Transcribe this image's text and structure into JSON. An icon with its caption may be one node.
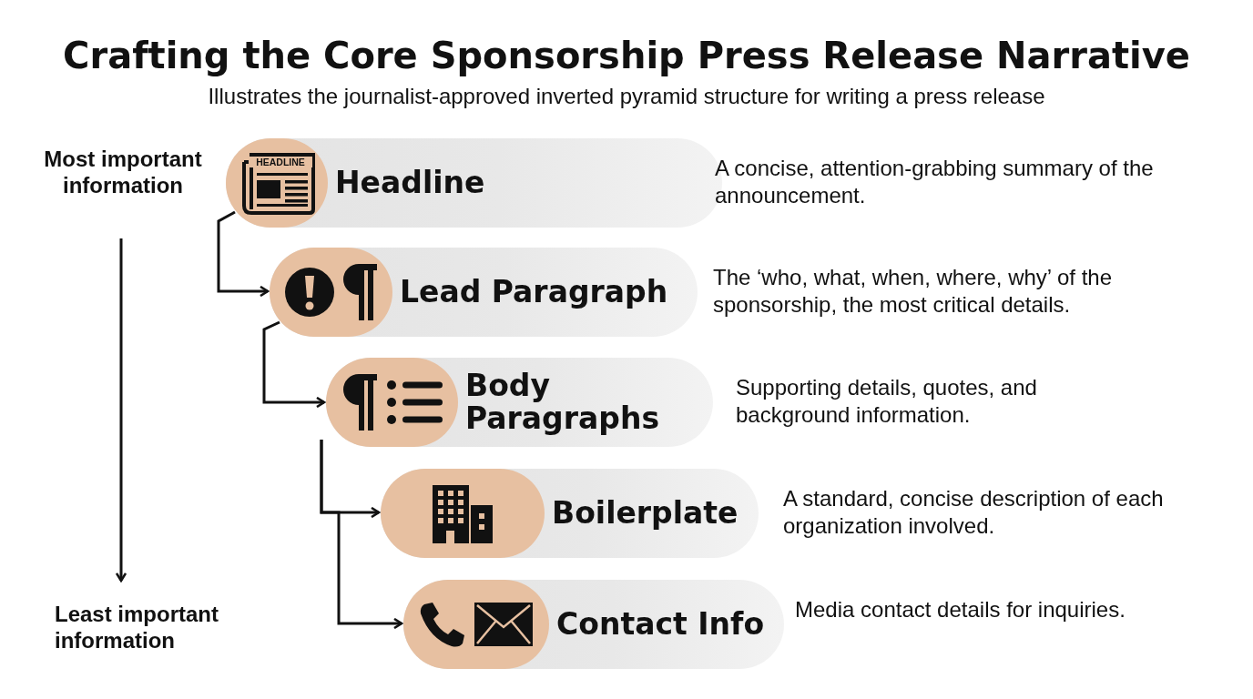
{
  "diagram": {
    "title": "Crafting the Core Sponsorship Press Release Narrative",
    "caption": "Illustrates the journalist-approved inverted pyramid structure for writing a press release",
    "nodes": [
      {
        "text": [
          "Headline"
        ],
        "beside": [
          "A concise, attention-grabbing summary of the announcement."
        ]
      },
      {
        "text": [
          "Lead Paragraph"
        ],
        "beside": [
          "The ‘who, what, when, where, why’ of the sponsorship, the most critical details."
        ]
      },
      {
        "text": [
          "Body Paragraphs"
        ],
        "beside": [
          "Supporting details, quotes, and background information."
        ]
      },
      {
        "text": [
          "Boilerplate"
        ],
        "beside": [
          "A standard, concise description of each organization involved."
        ]
      },
      {
        "text": [
          "Contact Info"
        ],
        "beside": [
          "Media contact details for inquiries."
        ]
      }
    ],
    "edges": [
      {
        "from": 0,
        "to": 1,
        "arrow": "to"
      },
      {
        "from": 1,
        "to": 2,
        "arrow": "to"
      },
      {
        "from": 2,
        "to": 3,
        "arrow": "to"
      },
      {
        "from": 2,
        "to": 4,
        "arrow": "to"
      }
    ],
    "labels": [
      "Most important information",
      "Least important information",
      "HEADLINE"
    ]
  }
}
